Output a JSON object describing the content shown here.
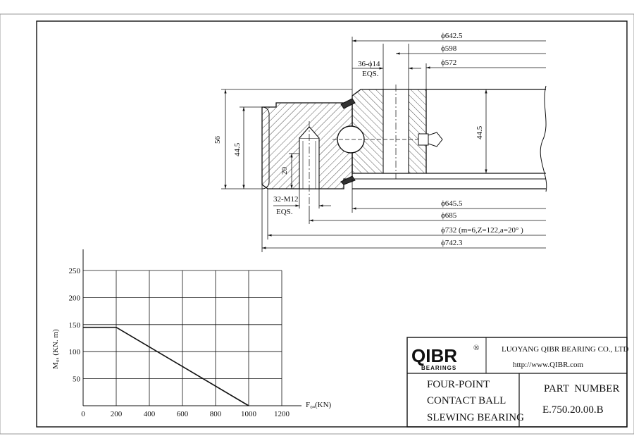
{
  "drawing": {
    "dims": {
      "d642": "ϕ642.5",
      "d598": "ϕ598",
      "d572": "ϕ572",
      "holes_top": "36-ϕ14",
      "eqs_top": "EQS.",
      "h56": "56",
      "h445_left": "44.5",
      "h445_right": "44.5",
      "h20": "20",
      "holes_bottom": "32-M12",
      "eqs_bottom": "EQS.",
      "d645": "ϕ645.5",
      "d685": "ϕ685",
      "d732": "ϕ732 (m=6,Z=122,a=20° )",
      "d742": "ϕ742.3"
    }
  },
  "chart_data": {
    "type": "line",
    "title": "",
    "xlabel": "F₀ₐ(KN)",
    "ylabel": "M₀ₐ (KN. m)",
    "x_ticks": [
      "0",
      "200",
      "400",
      "600",
      "800",
      "1000",
      "1200"
    ],
    "y_ticks": [
      "50",
      "100",
      "150",
      "200",
      "250"
    ],
    "xlim": [
      0,
      1200
    ],
    "ylim": [
      0,
      250
    ],
    "grid": true,
    "series": [
      {
        "points": [
          [
            0,
            145
          ],
          [
            200,
            145
          ],
          [
            1000,
            0
          ]
        ]
      }
    ]
  },
  "title_block": {
    "brand": "QIBR",
    "brand_sub": "BEARINGS",
    "registered": "®",
    "company": "LUOYANG QIBR BEARING CO., LTD",
    "url": "http://www.QIBR.com",
    "desc_line1": "FOUR-POINT",
    "desc_line2": "CONTACT BALL",
    "desc_line3": "SLEWING BEARING",
    "part_label": "PART  NUMBER",
    "part_number": "E.750.20.00.B"
  }
}
